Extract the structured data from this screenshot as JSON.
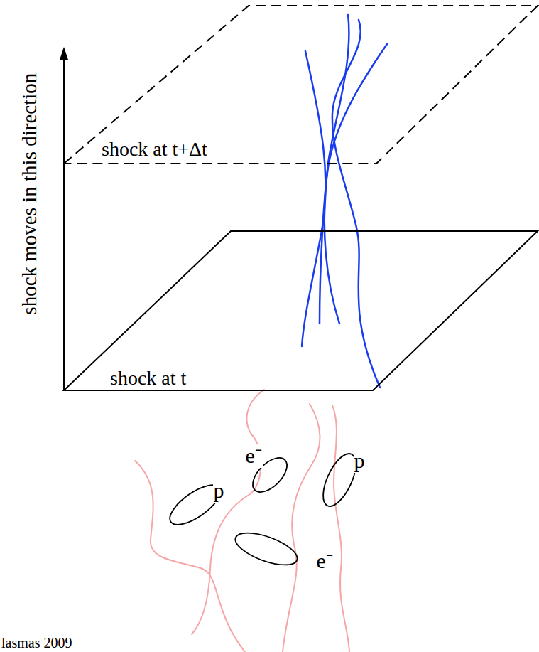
{
  "diagram": {
    "nodes": [
      {
        "text": [
          "shock at t+Δt"
        ]
      },
      {
        "text": [
          "shock at t"
        ]
      }
    ],
    "labels": [
      "shock moves in this direction",
      "e⁻",
      "p",
      "p",
      "e⁻",
      "lasmas 2009"
    ]
  }
}
